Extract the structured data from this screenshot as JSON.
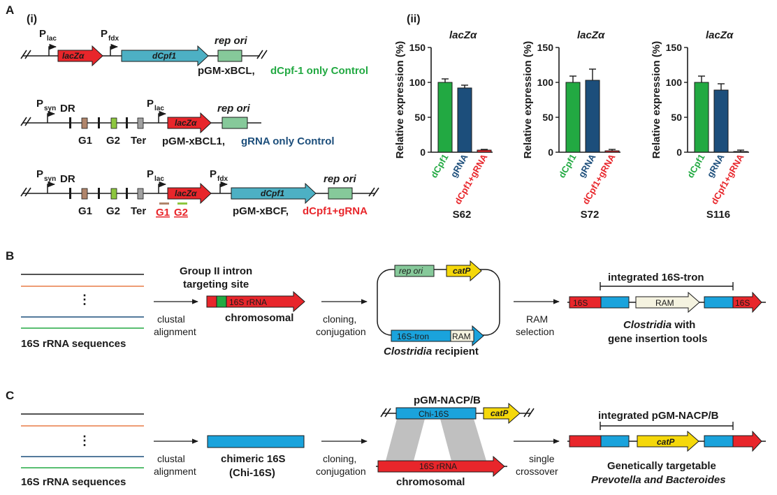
{
  "colors": {
    "red": "#e8262b",
    "blue": "#1aa3dc",
    "teal": "#4db0c4",
    "green": "#22a942",
    "navy": "#1c4e7b",
    "yellow": "#f5d80a",
    "mint": "#86c99a",
    "orange": "#e97b47",
    "brown": "#b0856b",
    "lime": "#8dc63f",
    "gray": "#a0a0a0",
    "cream": "#f5f3e0"
  },
  "panelA": {
    "label": "A",
    "sub_i": "(i)",
    "sub_ii": "(ii)",
    "elements": {
      "P": "P",
      "lac": "lac",
      "fdx": "fdx",
      "syn": "syn",
      "DR": "DR",
      "G1": "G1",
      "G2": "G2",
      "Ter": "Ter",
      "lacZ": "lacZα",
      "dCpf1": "dCpf1",
      "rep_ori": "rep ori"
    },
    "constructs": [
      {
        "name": "pGM-xBCL,",
        "desc": "dCpf-1 only Control"
      },
      {
        "name": "pGM-xBCL1,",
        "desc": "gRNA only Control"
      },
      {
        "name": "pGM-xBCF,",
        "desc": "dCpf1+gRNA"
      }
    ]
  },
  "chart_data": [
    {
      "type": "bar",
      "title": "lacZα",
      "subtitle": "S62",
      "ylabel": "Relative expression (%)",
      "categories": [
        "dCpf1",
        "gRNA",
        "dCpf1+gRNA"
      ],
      "values": [
        100,
        92,
        3
      ],
      "errors": [
        5,
        4,
        1
      ],
      "ylim": [
        0,
        150
      ],
      "yticks": [
        "0",
        "50",
        "100",
        "150"
      ]
    },
    {
      "type": "bar",
      "title": "lacZα",
      "subtitle": "S72",
      "ylabel": "Relative expression (%)",
      "categories": [
        "dCpf1",
        "gRNA",
        "dCpf1+gRNA"
      ],
      "values": [
        100,
        103,
        2
      ],
      "errors": [
        9,
        16,
        2
      ],
      "ylim": [
        0,
        150
      ],
      "yticks": [
        "0",
        "50",
        "100",
        "150"
      ]
    },
    {
      "type": "bar",
      "title": "lacZα",
      "subtitle": "S116",
      "ylabel": "Relative expression (%)",
      "categories": [
        "dCpf1",
        "gRNA",
        "dCpf1+gRNA"
      ],
      "values": [
        100,
        89,
        1
      ],
      "errors": [
        9,
        9,
        2
      ],
      "ylim": [
        0,
        150
      ],
      "yticks": [
        "0",
        "50",
        "100",
        "150"
      ]
    }
  ],
  "panelB": {
    "label": "B",
    "seq_label": "16S rRNA sequences",
    "step1": [
      "clustal",
      "alignment"
    ],
    "site_title": [
      "Group II intron",
      "targeting site"
    ],
    "rrna": "16S rRNA",
    "chromosomal": "chromosomal",
    "step2": [
      "cloning,",
      "conjugation"
    ],
    "plasmid_rep": "rep ori",
    "plasmid_cat": "catP",
    "plasmid_tron": "16S-tron",
    "plasmid_ram": "RAM",
    "recipient_italic": "Clostridia",
    "recipient_rest": " recipient",
    "step3": [
      "RAM",
      "selection"
    ],
    "integrated": "integrated 16S-tron",
    "s16": "16S",
    "ram": "RAM",
    "result_italic": "Clostridia",
    "result_rest": " with",
    "result2": "gene insertion tools"
  },
  "panelC": {
    "label": "C",
    "seq_label": "16S rRNA sequences",
    "step1": [
      "clustal",
      "alignment"
    ],
    "chimeric": [
      "chimeric 16S",
      "(Chi-16S)"
    ],
    "step2": [
      "cloning,",
      "conjugation"
    ],
    "plasmid": "pGM-NACP/B",
    "chi": "Chi-16S",
    "cat": "catP",
    "rrna": "16S rRNA",
    "chromosomal": "chromosomal",
    "step3": [
      "single",
      "crossover"
    ],
    "integrated": "integrated pGM-NACP/B",
    "cat2": "catP",
    "result1": "Genetically targetable",
    "result2": "Prevotella and Bacteroides"
  }
}
